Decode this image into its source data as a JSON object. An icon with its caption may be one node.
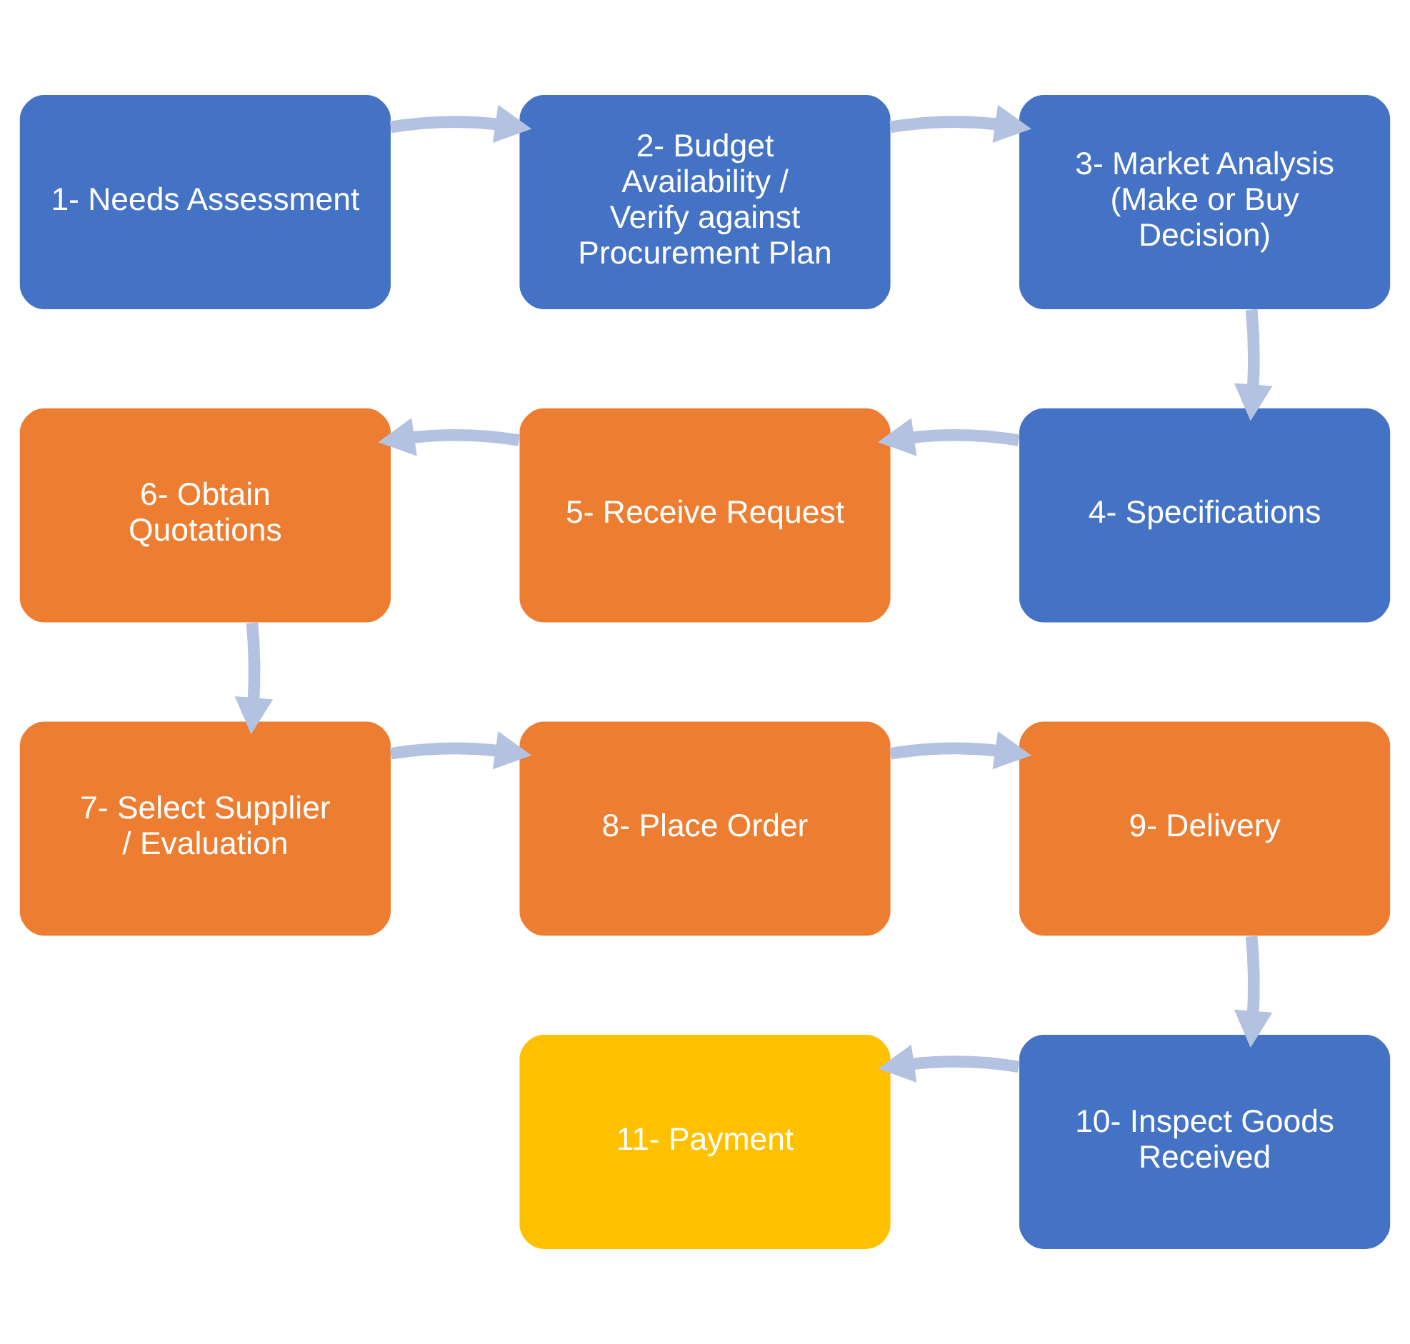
{
  "diagram": {
    "nodes": [
      {
        "text": [
          "1- Needs Assessment"
        ]
      },
      {
        "text": [
          "2- Budget Availability / Verify against Procurement Plan"
        ]
      },
      {
        "text": [
          "3- Market Analysis (Make or Buy Decision)"
        ]
      },
      {
        "text": [
          "4- Specifications"
        ]
      },
      {
        "text": [
          "5- Receive Request"
        ]
      },
      {
        "text": [
          "6- Obtain Quotations"
        ]
      },
      {
        "text": [
          "7- Select Supplier / Evaluation"
        ]
      },
      {
        "text": [
          "8- Place Order"
        ]
      },
      {
        "text": [
          "9- Delivery"
        ]
      },
      {
        "text": [
          "10- Inspect Goods Received"
        ]
      },
      {
        "text": [
          "11- Payment"
        ]
      }
    ],
    "edges": [
      {
        "from": 0,
        "to": 1,
        "arrow": "to"
      },
      {
        "from": 1,
        "to": 2,
        "arrow": "to"
      },
      {
        "from": 2,
        "to": 3,
        "arrow": "to"
      },
      {
        "from": 3,
        "to": 4,
        "arrow": "to"
      },
      {
        "from": 4,
        "to": 5,
        "arrow": "to"
      },
      {
        "from": 5,
        "to": 6,
        "arrow": "to"
      },
      {
        "from": 6,
        "to": 7,
        "arrow": "to"
      },
      {
        "from": 7,
        "to": 8,
        "arrow": "to"
      },
      {
        "from": 8,
        "to": 9,
        "arrow": "to"
      },
      {
        "from": 9,
        "to": 10,
        "arrow": "to"
      }
    ]
  }
}
